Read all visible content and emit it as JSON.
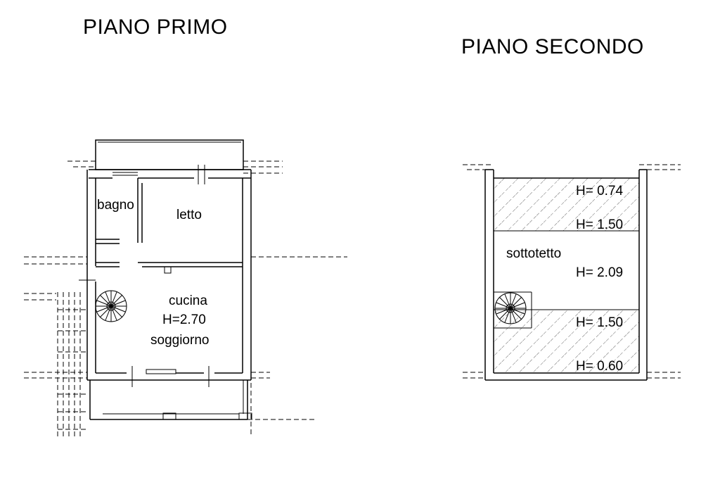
{
  "titles": {
    "first_floor": "PIANO PRIMO",
    "second_floor": "PIANO SECONDO"
  },
  "first_floor_rooms": {
    "bagno": "bagno",
    "letto": "letto",
    "cucina": "cucina",
    "cucina_height": "H=2.70",
    "soggiorno": "soggiorno"
  },
  "second_floor": {
    "room": "sottotetto",
    "heights": [
      "H= 0.74",
      "H= 1.50",
      "H= 2.09",
      "H= 1.50",
      "H= 0.60"
    ]
  }
}
